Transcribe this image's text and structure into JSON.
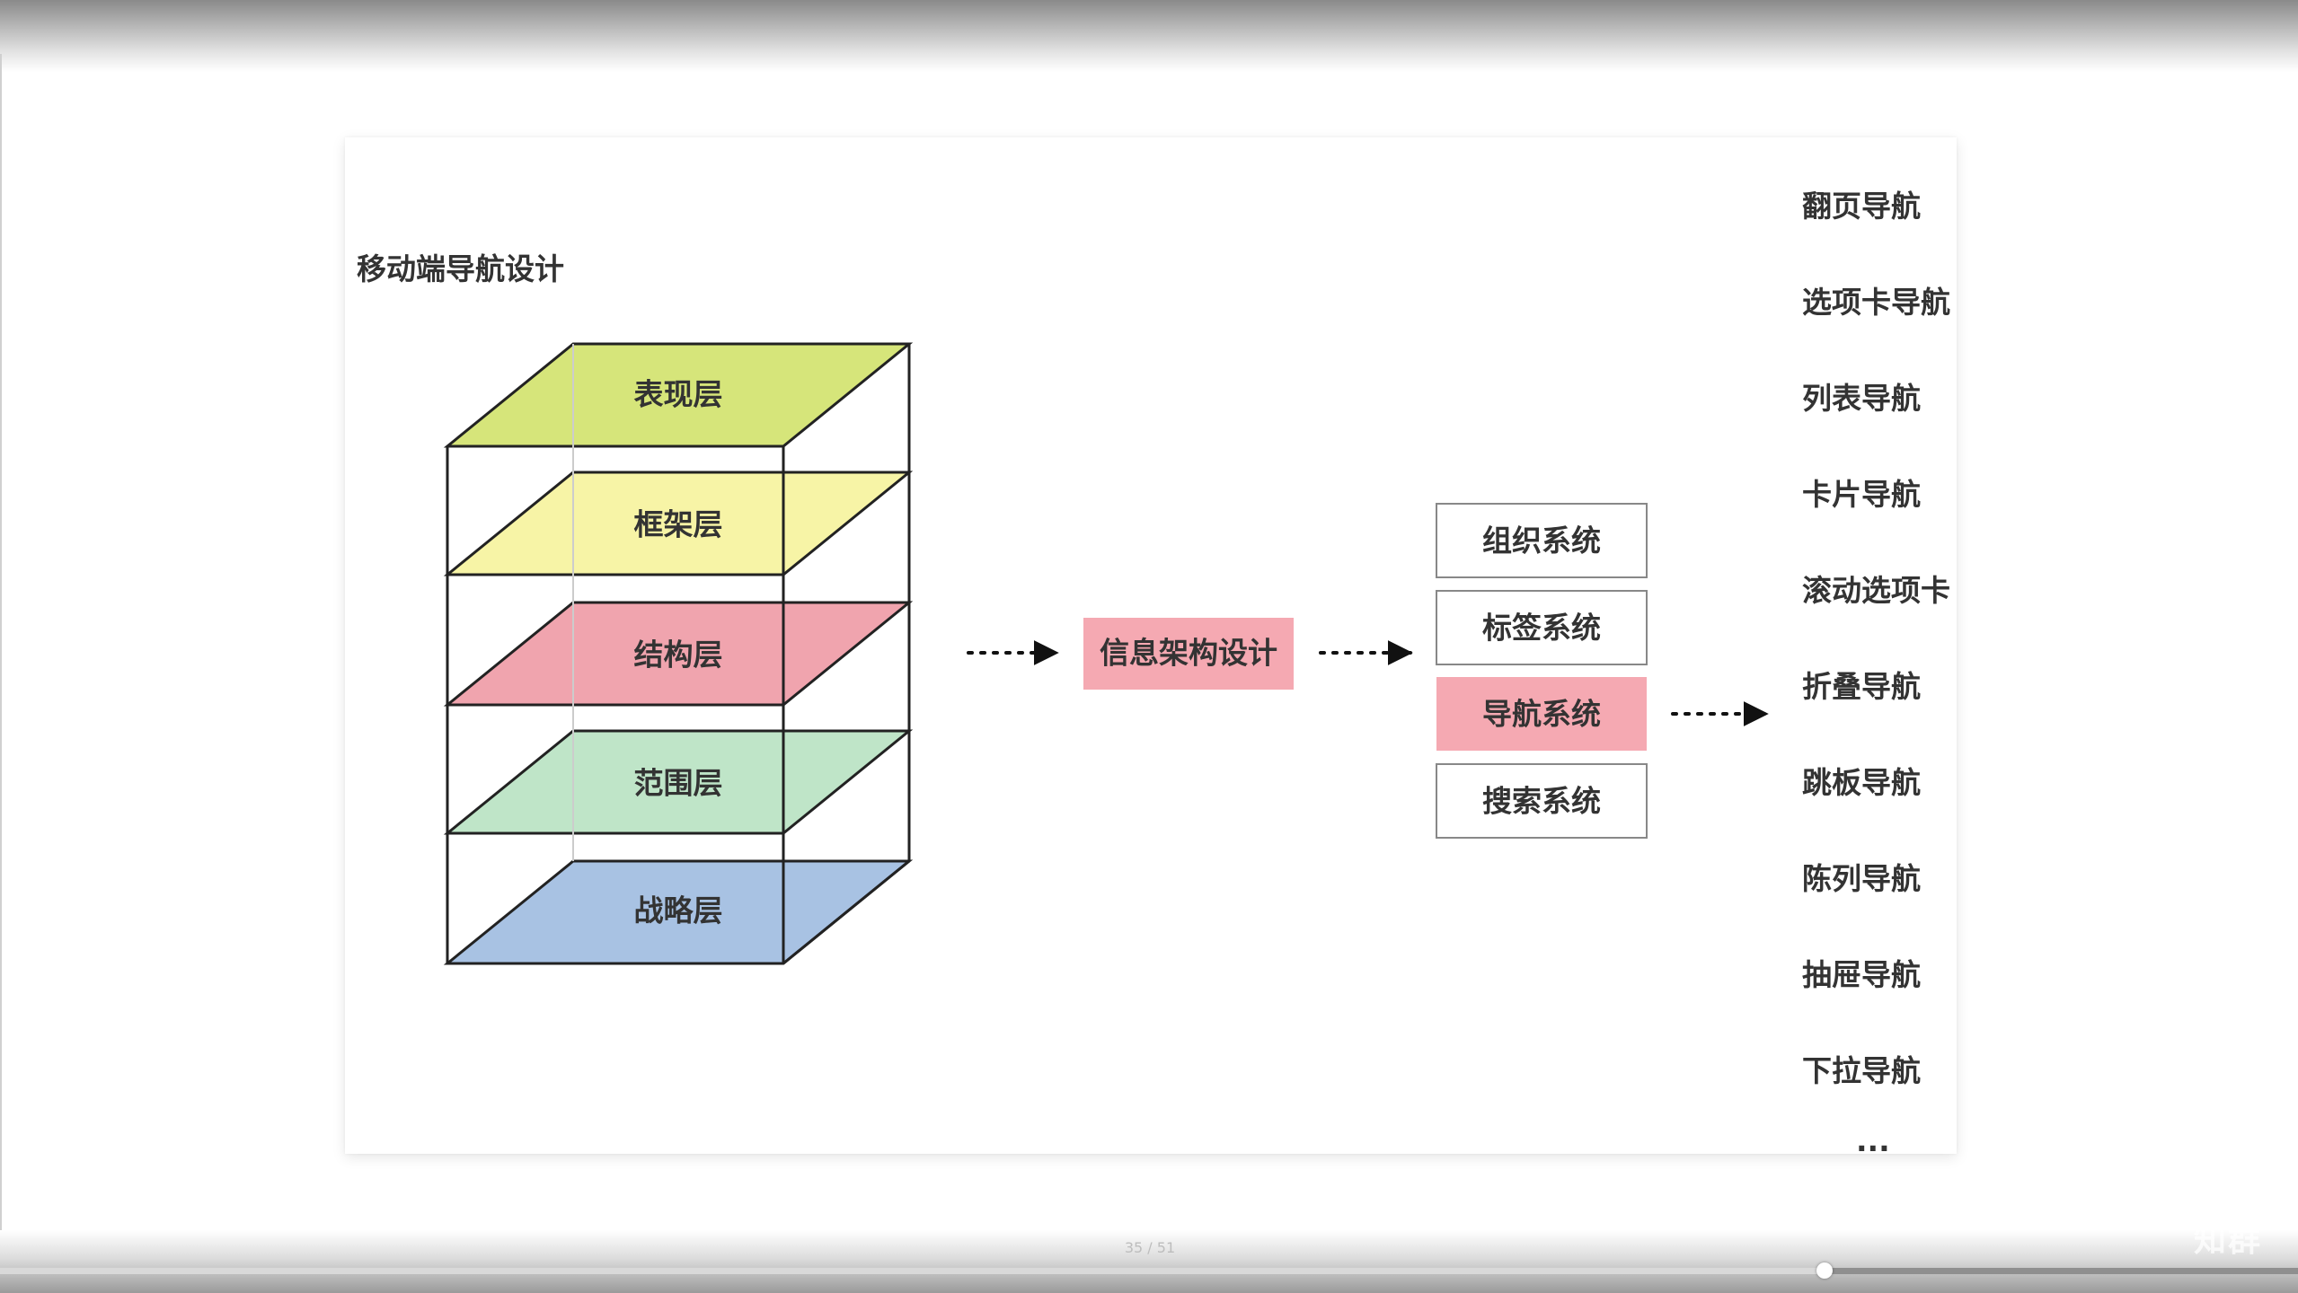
{
  "slide": {
    "title": "移动端导航设计",
    "layers": [
      {
        "label": "表现层",
        "color": "#d6e57a"
      },
      {
        "label": "框架层",
        "color": "#f7f4a6"
      },
      {
        "label": "结构层",
        "color": "#f0a4ae"
      },
      {
        "label": "范围层",
        "color": "#bfe5c8"
      },
      {
        "label": "战略层",
        "color": "#a8c2e3"
      }
    ],
    "ia_box": {
      "label": "信息架构设计",
      "color": "#f5a9b2"
    },
    "systems": [
      {
        "label": "组织系统",
        "highlight": false
      },
      {
        "label": "标签系统",
        "highlight": false
      },
      {
        "label": "导航系统",
        "highlight": true
      },
      {
        "label": "搜索系统",
        "highlight": false
      }
    ],
    "highlight_color": "#f5a9b2",
    "nav_types": [
      "翻页导航",
      "选项卡导航",
      "列表导航",
      "卡片导航",
      "滚动选项卡",
      "折叠导航",
      "跳板导航",
      "陈列导航",
      "抽屉导航",
      "下拉导航",
      "..."
    ]
  },
  "player": {
    "page_indicator": "35 / 51",
    "progress": 0.794,
    "watermark": "知群"
  }
}
